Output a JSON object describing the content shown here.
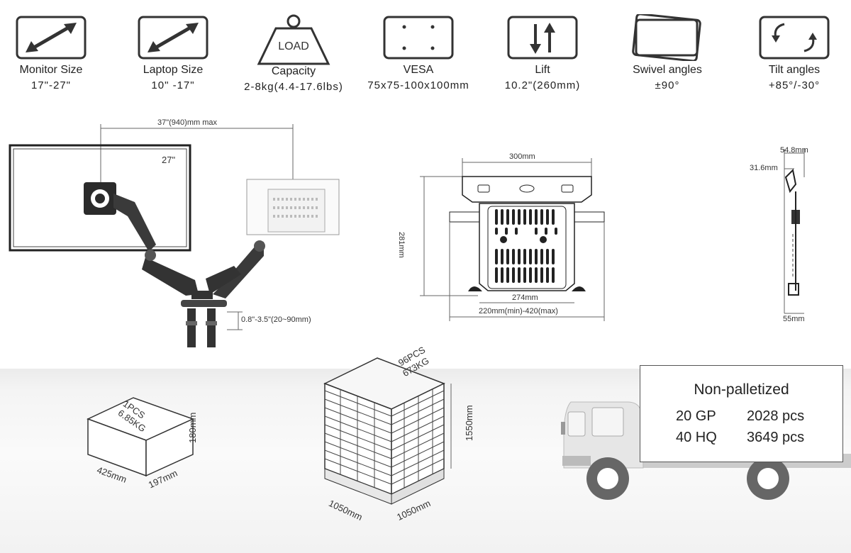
{
  "specs": [
    {
      "label": "Monitor Size",
      "value": "17\"-27\"",
      "icon": "double-arrow-icon"
    },
    {
      "label": "Laptop Size",
      "value": "10\" -17\"",
      "icon": "double-arrow-icon"
    },
    {
      "label": "Capacity",
      "value": "2-8kg(4.4-17.6lbs)",
      "icon": "load-weight-icon",
      "icon_text": "LOAD"
    },
    {
      "label": "VESA",
      "value": "75x75-100x100mm",
      "icon": "vesa-pattern-icon"
    },
    {
      "label": "Lift",
      "value": "10.2\"(260mm)",
      "icon": "up-down-arrows-icon"
    },
    {
      "label": "Swivel angles",
      "value": "±90°",
      "icon": "swivel-icon"
    },
    {
      "label": "Tilt angles",
      "value": "+85°/-30°",
      "icon": "tilt-icon"
    }
  ],
  "arm_diagram": {
    "reach": "37\"(940)mm max",
    "monitor_size": "27\"",
    "clamp_thickness": "0.8\"-3.5\"(20~90mm)"
  },
  "tray_diagram": {
    "width_top": "300mm",
    "height": "281mm",
    "inner_width": "274mm",
    "adjust_width": "220mm(min)-420(max)"
  },
  "side_diagram": {
    "depth_total": "54.8mm",
    "depth_inner": "31.6mm",
    "bottom": "55mm"
  },
  "single_box": {
    "qty": "1PCS",
    "weight": "6.85KG",
    "length": "425mm",
    "width": "197mm",
    "height": "180mm"
  },
  "pallet": {
    "qty": "96PCS",
    "weight": "673KG",
    "height": "1550mm",
    "length": "1050mm",
    "width": "1050mm"
  },
  "shipping": {
    "title": "Non-palletized",
    "rows": [
      {
        "container": "20 GP",
        "qty": "2028 pcs"
      },
      {
        "container": "40 HQ",
        "qty": "3649 pcs"
      }
    ]
  },
  "colors": {
    "line": "#333333",
    "fill_dark": "#3a3a3a",
    "panel_border": "#555555"
  }
}
